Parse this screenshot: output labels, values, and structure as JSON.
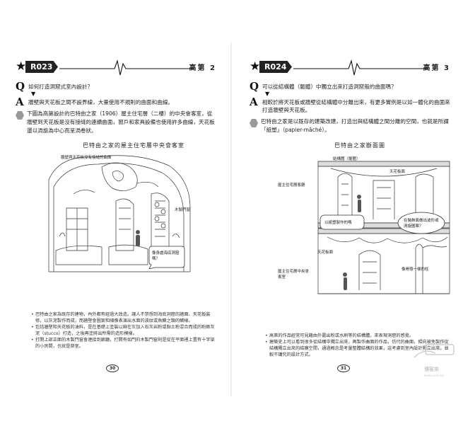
{
  "left_page": {
    "code": "R023",
    "topic": "高第 2",
    "question": "如何打造洞窟式室內設計？",
    "answer": "牆壁與天花板之間不設界線，大量使用不規則的曲面和曲線。",
    "note": "下圖為高第設計的巴特由之家（1906）屋主住宅層（二樓）的中央會客室，從牆壁到天花板是沒有接縫的連續曲面，窗戶和家具設備也使用許多曲線，天花板還以渦旋為中心而呈渦卷狀。",
    "figure_title": "巴特由之家的屋主住宅層中央會客室",
    "callouts": {
      "ceiling": "牆壁與天花板沒有接縫的曲面",
      "window": "木製門窗",
      "bubble": "像身處海底洞窟嗎？"
    },
    "bullets": [
      "巴特由之家為既存的建物，內外都有經過大改造。讓人不禁想到海底洞窟的牆面、天花板裝修，以灰泥製作而成，而牆壁會圖案和細像表演出水面的波紋或魚鱗之類的鱗樣。",
      "包括牆壁和天花板的油料，是在基礎上塗裝以麻在灰加入石灰岩粉或黏土粉混合而成的粉飾灰泥（stucco）打造，之後再塗將出所需的造形模樣。",
      "打開上部正面的木製門窗會連接到廊廳，打開有如門的木製門窗則是從在平面裡上置有十字架的小房間，也就是祭室。"
    ],
    "page_number": "30"
  },
  "right_page": {
    "code": "R024",
    "topic": "高第 3",
    "question": "可以從結構體（軀體）中獨立出來打造洞窟般的曲面嗎？",
    "answer": "相較於將天花板或牆壁從結構體中分離出來，有更多實例是以如一體化的曲面來打造牆壁與天花板。",
    "note": "巴特由之家是以既存的建築改建，打造出與結構體之間分離的空間，也就是所謂「紙塑」（papier-mâché）。",
    "figure_title": "巴特由之家斷面圖",
    "callouts": {
      "structure": "結構體（軀體）",
      "ceiling_top": "天花板面",
      "owner_floor": "屋主住宅層客廳",
      "bubble_left": "以紙塑製作的嗎",
      "bubble_right": "在裝飾面做出波形或渦旋圖案？",
      "ceiling_bottom": "天花板面",
      "owner_floor_bottom": "屋主住宅層中央會客室",
      "column": "像骨頭一樣的柱"
    },
    "bullets": [
      "高第的作品經常可見藉由外露出粉或水刷等的結構體，來表現洞窟的感覺。",
      "建築史上可以看到很多從結構中獨立出來，再製作曲面的作品，仿代的曲面，傾向被免製作從結構獨立出來的結膜空間，通過概念是考量整體結構的效果，這考慮到室內設計獨立出來，並較不講究的設計方式。"
    ],
    "page_number": "31"
  },
  "watermark": {
    "text": "博客來",
    "url": "books.com.tw"
  }
}
